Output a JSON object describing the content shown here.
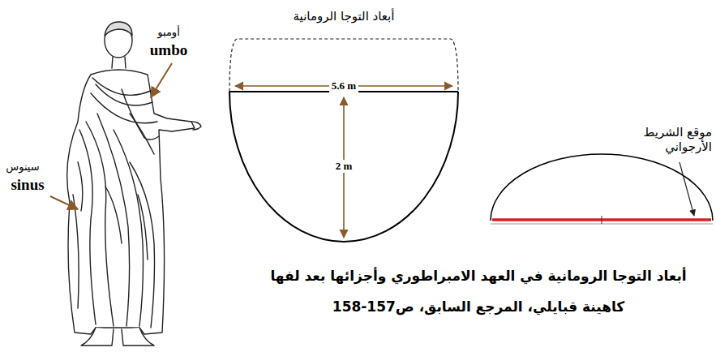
{
  "diagram": {
    "title": "أبعاد التوجا الرومانية",
    "caption": "أبعاد التوجا الرومانية في العهد الامبراطوري وأجزائها بعد لفها",
    "labels": [
      "أومبو",
      "umbo",
      "سينوس",
      "sinus",
      "5.6 m",
      "2 m",
      "موقع الشريط الأرجواني",
      "كاهينة قبايلي، المرجع السابق، ص157-158"
    ]
  }
}
